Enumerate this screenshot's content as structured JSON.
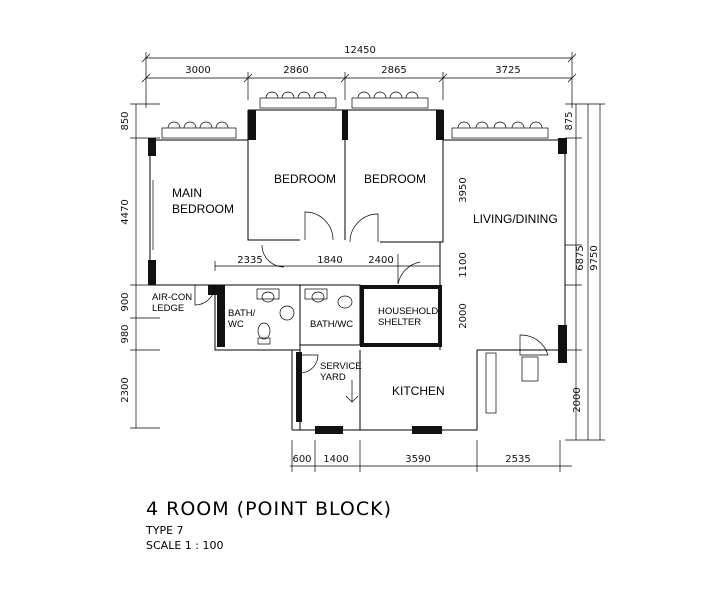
{
  "plan": {
    "top_dims": {
      "overall": "12450",
      "seg1": "3000",
      "seg2": "2860",
      "seg3": "2865",
      "seg4": "3725"
    },
    "left_dims": {
      "d1": "850",
      "d2": "4470",
      "d3": "900",
      "d4": "980",
      "d5": "2300"
    },
    "right_dims": {
      "d1": "875",
      "d2": "3950",
      "d3": "1100",
      "d4": "2000",
      "d5": "2000",
      "span_a": "6875",
      "span_b": "9750"
    },
    "corridor_dims": {
      "d1": "2335",
      "d2": "1840",
      "d3": "2400"
    },
    "bottom_dims": {
      "d1": "600",
      "d2": "1400",
      "d3": "3590",
      "d4": "2535"
    },
    "rooms": {
      "main_bedroom": [
        "MAIN",
        "BEDROOM"
      ],
      "bedroom_1": "BEDROOM",
      "bedroom_2": "BEDROOM",
      "living_dining": "LIVING/DINING",
      "aircon_ledge": [
        "AIR-CON",
        "LEDGE"
      ],
      "bath_1": [
        "BATH/",
        "WC"
      ],
      "bath_2": "BATH/WC",
      "household_shelter": [
        "HOUSEHOLD",
        "SHELTER"
      ],
      "service_yard": [
        "SERVICE",
        "YARD"
      ],
      "kitchen": "KITCHEN"
    }
  },
  "caption": {
    "title": "4 ROOM (POINT BLOCK)",
    "type": "TYPE 7",
    "scale": "SCALE 1 : 100"
  }
}
